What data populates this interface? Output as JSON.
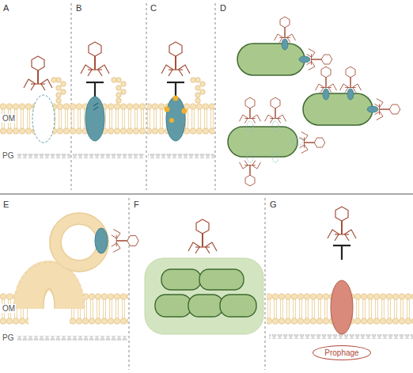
{
  "diagram": {
    "nodes": [
      {
        "text": [
          "Prophage"
        ]
      }
    ],
    "labels": [
      "A",
      "B",
      "C",
      "D",
      "OM",
      "PG",
      "E",
      "OM",
      "PG",
      "F",
      "G"
    ]
  }
}
